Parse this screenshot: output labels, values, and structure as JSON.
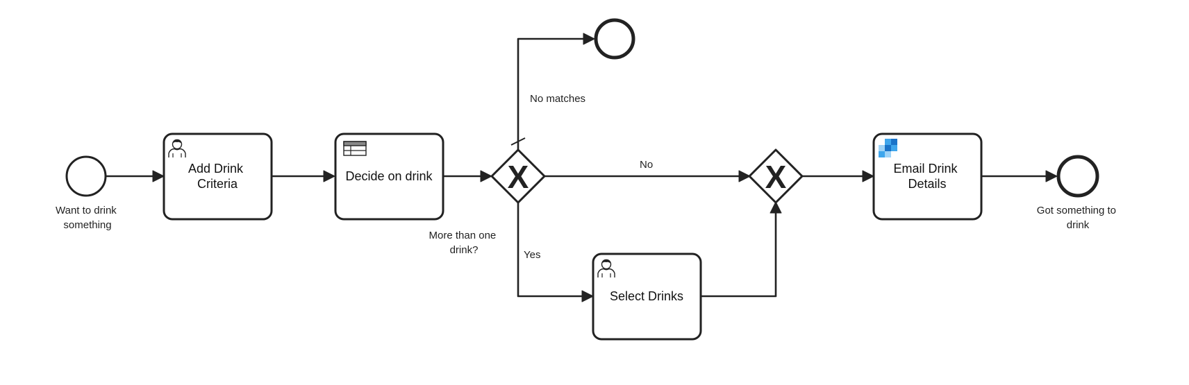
{
  "diagram": {
    "start_event": {
      "label_lines": [
        "Want to drink",
        "something"
      ]
    },
    "tasks": {
      "add_drink_criteria": {
        "label_lines": [
          "Add Drink",
          "Criteria"
        ],
        "type_icon": "user-icon"
      },
      "decide_on_drink": {
        "label_lines": [
          "Decide on drink"
        ],
        "type_icon": "business-rule-table-icon"
      },
      "select_drinks": {
        "label_lines": [
          "Select Drinks"
        ],
        "type_icon": "user-icon"
      },
      "email_drink_details": {
        "label_lines": [
          "Email Drink",
          "Details"
        ],
        "type_icon": "sendgrid-connector-icon"
      }
    },
    "gateways": {
      "split": {
        "label_lines": [
          "More than one",
          "drink?"
        ],
        "marker": "X"
      },
      "merge": {
        "label_lines": [],
        "marker": "X"
      }
    },
    "flows": {
      "no_matches": {
        "label": "No matches",
        "has_default_marker": true
      },
      "no": {
        "label": "No"
      },
      "yes": {
        "label": "Yes"
      }
    },
    "end_events": {
      "no_match_end": {
        "label_lines": []
      },
      "main_end": {
        "label_lines": [
          "Got something to",
          "drink"
        ]
      }
    },
    "colors": {
      "stroke": "#222222",
      "icon_blue_dark": "#1a73c8",
      "icon_blue_mid": "#3fa6ec",
      "icon_blue_light": "#9fd3f7"
    }
  }
}
